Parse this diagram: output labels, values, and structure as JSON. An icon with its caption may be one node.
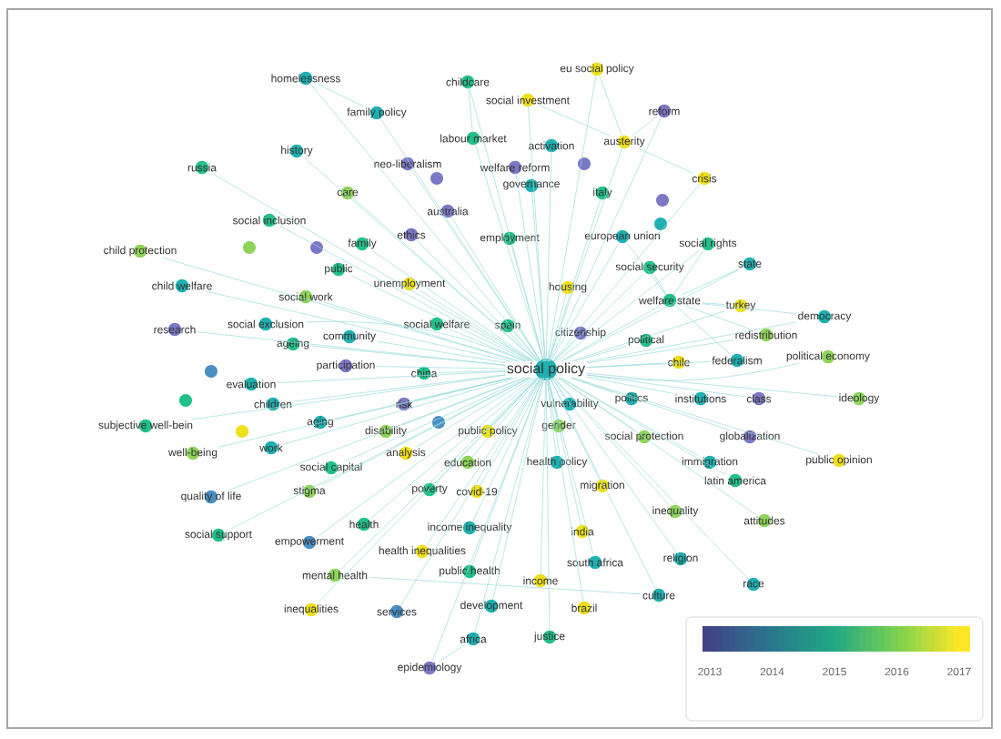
{
  "diagram": {
    "nodes": [
      {
        "text": [
          "homelessness"
        ]
      },
      {
        "text": [
          "childcare"
        ]
      },
      {
        "text": [
          "eu social policy"
        ]
      },
      {
        "text": [
          "social investment"
        ]
      },
      {
        "text": [
          "family policy"
        ]
      },
      {
        "text": [
          "labour market"
        ]
      },
      {
        "text": [
          "reform"
        ]
      },
      {
        "text": [
          "activation"
        ]
      },
      {
        "text": [
          "austerity"
        ]
      },
      {
        "text": [
          "history"
        ]
      },
      {
        "text": [
          "russia"
        ]
      },
      {
        "text": [
          "neo-liberalism"
        ]
      },
      {
        "text": [
          "welfare reform"
        ]
      },
      {
        "text": [
          "governance"
        ]
      },
      {
        "text": [
          "crisis"
        ]
      },
      {
        "text": [
          "italy"
        ]
      },
      {
        "text": [
          "care"
        ]
      },
      {
        "text": [
          "australia"
        ]
      },
      {
        "text": [
          "social inclusion"
        ]
      },
      {
        "text": [
          "ethics"
        ]
      },
      {
        "text": [
          "family"
        ]
      },
      {
        "text": [
          "european union"
        ]
      },
      {
        "text": [
          "employment"
        ]
      },
      {
        "text": [
          "social rights"
        ]
      },
      {
        "text": [
          "child protection"
        ]
      },
      {
        "text": [
          "public"
        ]
      },
      {
        "text": [
          "social security"
        ]
      },
      {
        "text": [
          "state"
        ]
      },
      {
        "text": [
          "child welfare"
        ]
      },
      {
        "text": [
          "unemployment"
        ]
      },
      {
        "text": [
          "housing"
        ]
      },
      {
        "text": [
          "social work"
        ]
      },
      {
        "text": [
          "welfare state"
        ]
      },
      {
        "text": [
          "turkey"
        ]
      },
      {
        "text": [
          "democracy"
        ]
      },
      {
        "text": [
          "research"
        ]
      },
      {
        "text": [
          "social exclusion"
        ]
      },
      {
        "text": [
          "social welfare"
        ]
      },
      {
        "text": [
          "community"
        ]
      },
      {
        "text": [
          "citizenship"
        ]
      },
      {
        "text": [
          "ageing"
        ]
      },
      {
        "text": [
          "spain"
        ]
      },
      {
        "text": [
          "political"
        ]
      },
      {
        "text": [
          "redistribution"
        ]
      },
      {
        "text": [
          "participation"
        ]
      },
      {
        "text": [
          "china"
        ]
      },
      {
        "text": [
          "social policy"
        ]
      },
      {
        "text": [
          "chile"
        ]
      },
      {
        "text": [
          "federalism"
        ]
      },
      {
        "text": [
          "political economy"
        ]
      },
      {
        "text": [
          "evaluation"
        ]
      },
      {
        "text": [
          "children"
        ]
      },
      {
        "text": [
          "risk"
        ]
      },
      {
        "text": [
          "vulnerability"
        ]
      },
      {
        "text": [
          "politics"
        ]
      },
      {
        "text": [
          "institutions"
        ]
      },
      {
        "text": [
          "class"
        ]
      },
      {
        "text": [
          "ideology"
        ]
      },
      {
        "text": [
          "subjective well-bein"
        ]
      },
      {
        "text": [
          "aging"
        ]
      },
      {
        "text": [
          "disability"
        ]
      },
      {
        "text": [
          "public policy"
        ]
      },
      {
        "text": [
          "gender"
        ]
      },
      {
        "text": [
          "well-being"
        ]
      },
      {
        "text": [
          "work"
        ]
      },
      {
        "text": [
          "analysis"
        ]
      },
      {
        "text": [
          "education"
        ]
      },
      {
        "text": [
          "social protection"
        ]
      },
      {
        "text": [
          "globalization"
        ]
      },
      {
        "text": [
          "social capital"
        ]
      },
      {
        "text": [
          "health policy"
        ]
      },
      {
        "text": [
          "immigration"
        ]
      },
      {
        "text": [
          "public opinion"
        ]
      },
      {
        "text": [
          "quality of life"
        ]
      },
      {
        "text": [
          "stigma"
        ]
      },
      {
        "text": [
          "poverty"
        ]
      },
      {
        "text": [
          "covid-19"
        ]
      },
      {
        "text": [
          "migration"
        ]
      },
      {
        "text": [
          "latin america"
        ]
      },
      {
        "text": [
          "health"
        ]
      },
      {
        "text": [
          "india"
        ]
      },
      {
        "text": [
          "inequality"
        ]
      },
      {
        "text": [
          "attitudes"
        ]
      },
      {
        "text": [
          "income inequality"
        ]
      },
      {
        "text": [
          "social support"
        ]
      },
      {
        "text": [
          "empowerment"
        ]
      },
      {
        "text": [
          "health inequalities"
        ]
      },
      {
        "text": [
          "south africa"
        ]
      },
      {
        "text": [
          "religion"
        ]
      },
      {
        "text": [
          "mental health"
        ]
      },
      {
        "text": [
          "public health"
        ]
      },
      {
        "text": [
          "income"
        ]
      },
      {
        "text": [
          "race"
        ]
      },
      {
        "text": [
          "culture"
        ]
      },
      {
        "text": [
          "development"
        ]
      },
      {
        "text": [
          "brazil"
        ]
      },
      {
        "text": [
          "inequalities"
        ]
      },
      {
        "text": [
          "services"
        ]
      },
      {
        "text": [
          "africa"
        ]
      },
      {
        "text": [
          "justice"
        ]
      },
      {
        "text": [
          "epidemiology"
        ]
      },
      {
        "text": [],
        "shape": "circle"
      },
      {
        "text": [],
        "shape": "circle"
      },
      {
        "text": [],
        "shape": "circle"
      },
      {
        "text": [],
        "shape": "circle"
      },
      {
        "text": [],
        "shape": "circle"
      },
      {
        "text": [],
        "shape": "circle"
      },
      {
        "text": [],
        "shape": "circle"
      },
      {
        "text": [],
        "shape": "circle"
      },
      {
        "text": [],
        "shape": "circle"
      },
      {
        "text": [],
        "shape": "circle"
      }
    ],
    "edges": [
      {
        "from": 46,
        "to": 0,
        "arrow": "none"
      },
      {
        "from": 46,
        "to": 1,
        "arrow": "none"
      },
      {
        "from": 46,
        "to": 2,
        "arrow": "none"
      },
      {
        "from": 46,
        "to": 3,
        "arrow": "none"
      },
      {
        "from": 46,
        "to": 4,
        "arrow": "none"
      },
      {
        "from": 46,
        "to": 5,
        "arrow": "none"
      },
      {
        "from": 46,
        "to": 6,
        "arrow": "none"
      },
      {
        "from": 46,
        "to": 7,
        "arrow": "none"
      },
      {
        "from": 46,
        "to": 8,
        "arrow": "none"
      },
      {
        "from": 46,
        "to": 9,
        "arrow": "none"
      },
      {
        "from": 46,
        "to": 10,
        "arrow": "none"
      },
      {
        "from": 46,
        "to": 11,
        "arrow": "none"
      },
      {
        "from": 46,
        "to": 12,
        "arrow": "none"
      },
      {
        "from": 46,
        "to": 13,
        "arrow": "none"
      },
      {
        "from": 46,
        "to": 14,
        "arrow": "none"
      },
      {
        "from": 46,
        "to": 15,
        "arrow": "none"
      },
      {
        "from": 46,
        "to": 16,
        "arrow": "none"
      },
      {
        "from": 46,
        "to": 17,
        "arrow": "none"
      },
      {
        "from": 46,
        "to": 18,
        "arrow": "none"
      },
      {
        "from": 46,
        "to": 19,
        "arrow": "none"
      },
      {
        "from": 46,
        "to": 20,
        "arrow": "none"
      },
      {
        "from": 46,
        "to": 21,
        "arrow": "none"
      },
      {
        "from": 46,
        "to": 22,
        "arrow": "none"
      },
      {
        "from": 46,
        "to": 23,
        "arrow": "none"
      },
      {
        "from": 46,
        "to": 24,
        "arrow": "none"
      },
      {
        "from": 46,
        "to": 25,
        "arrow": "none"
      },
      {
        "from": 46,
        "to": 26,
        "arrow": "none"
      },
      {
        "from": 46,
        "to": 27,
        "arrow": "none"
      },
      {
        "from": 46,
        "to": 28,
        "arrow": "none"
      },
      {
        "from": 46,
        "to": 29,
        "arrow": "none"
      },
      {
        "from": 46,
        "to": 30,
        "arrow": "none"
      },
      {
        "from": 46,
        "to": 31,
        "arrow": "none"
      },
      {
        "from": 46,
        "to": 32,
        "arrow": "none"
      },
      {
        "from": 46,
        "to": 33,
        "arrow": "none"
      },
      {
        "from": 46,
        "to": 34,
        "arrow": "none"
      },
      {
        "from": 46,
        "to": 35,
        "arrow": "none"
      },
      {
        "from": 46,
        "to": 36,
        "arrow": "none"
      },
      {
        "from": 46,
        "to": 37,
        "arrow": "none"
      },
      {
        "from": 46,
        "to": 38,
        "arrow": "none"
      },
      {
        "from": 46,
        "to": 39,
        "arrow": "none"
      },
      {
        "from": 46,
        "to": 40,
        "arrow": "none"
      },
      {
        "from": 46,
        "to": 41,
        "arrow": "none"
      },
      {
        "from": 46,
        "to": 42,
        "arrow": "none"
      },
      {
        "from": 46,
        "to": 43,
        "arrow": "none"
      },
      {
        "from": 46,
        "to": 44,
        "arrow": "none"
      },
      {
        "from": 46,
        "to": 45,
        "arrow": "none"
      },
      {
        "from": 46,
        "to": 47,
        "arrow": "none"
      },
      {
        "from": 46,
        "to": 48,
        "arrow": "none"
      },
      {
        "from": 46,
        "to": 49,
        "arrow": "none"
      },
      {
        "from": 46,
        "to": 50,
        "arrow": "none"
      },
      {
        "from": 46,
        "to": 51,
        "arrow": "none"
      },
      {
        "from": 46,
        "to": 52,
        "arrow": "none"
      },
      {
        "from": 46,
        "to": 53,
        "arrow": "none"
      },
      {
        "from": 46,
        "to": 54,
        "arrow": "none"
      },
      {
        "from": 46,
        "to": 55,
        "arrow": "none"
      },
      {
        "from": 46,
        "to": 56,
        "arrow": "none"
      },
      {
        "from": 46,
        "to": 57,
        "arrow": "none"
      },
      {
        "from": 46,
        "to": 58,
        "arrow": "none"
      },
      {
        "from": 46,
        "to": 59,
        "arrow": "none"
      },
      {
        "from": 46,
        "to": 60,
        "arrow": "none"
      },
      {
        "from": 46,
        "to": 61,
        "arrow": "none"
      },
      {
        "from": 46,
        "to": 62,
        "arrow": "none"
      },
      {
        "from": 46,
        "to": 63,
        "arrow": "none"
      },
      {
        "from": 46,
        "to": 64,
        "arrow": "none"
      },
      {
        "from": 46,
        "to": 65,
        "arrow": "none"
      },
      {
        "from": 46,
        "to": 66,
        "arrow": "none"
      },
      {
        "from": 46,
        "to": 67,
        "arrow": "none"
      },
      {
        "from": 46,
        "to": 68,
        "arrow": "none"
      },
      {
        "from": 46,
        "to": 69,
        "arrow": "none"
      },
      {
        "from": 46,
        "to": 70,
        "arrow": "none"
      },
      {
        "from": 46,
        "to": 71,
        "arrow": "none"
      },
      {
        "from": 46,
        "to": 72,
        "arrow": "none"
      },
      {
        "from": 46,
        "to": 73,
        "arrow": "none"
      },
      {
        "from": 46,
        "to": 74,
        "arrow": "none"
      },
      {
        "from": 46,
        "to": 75,
        "arrow": "none"
      },
      {
        "from": 46,
        "to": 76,
        "arrow": "none"
      },
      {
        "from": 46,
        "to": 77,
        "arrow": "none"
      },
      {
        "from": 46,
        "to": 78,
        "arrow": "none"
      },
      {
        "from": 46,
        "to": 79,
        "arrow": "none"
      },
      {
        "from": 46,
        "to": 80,
        "arrow": "none"
      },
      {
        "from": 46,
        "to": 81,
        "arrow": "none"
      },
      {
        "from": 46,
        "to": 82,
        "arrow": "none"
      },
      {
        "from": 46,
        "to": 83,
        "arrow": "none"
      },
      {
        "from": 46,
        "to": 84,
        "arrow": "none"
      },
      {
        "from": 46,
        "to": 85,
        "arrow": "none"
      },
      {
        "from": 46,
        "to": 86,
        "arrow": "none"
      },
      {
        "from": 46,
        "to": 87,
        "arrow": "none"
      },
      {
        "from": 46,
        "to": 88,
        "arrow": "none"
      },
      {
        "from": 46,
        "to": 89,
        "arrow": "none"
      },
      {
        "from": 46,
        "to": 90,
        "arrow": "none"
      },
      {
        "from": 46,
        "to": 91,
        "arrow": "none"
      },
      {
        "from": 46,
        "to": 92,
        "arrow": "none"
      },
      {
        "from": 46,
        "to": 93,
        "arrow": "none"
      },
      {
        "from": 46,
        "to": 94,
        "arrow": "none"
      },
      {
        "from": 46,
        "to": 95,
        "arrow": "none"
      },
      {
        "from": 46,
        "to": 96,
        "arrow": "none"
      },
      {
        "from": 46,
        "to": 97,
        "arrow": "none"
      },
      {
        "from": 46,
        "to": 98,
        "arrow": "none"
      },
      {
        "from": 46,
        "to": 99,
        "arrow": "none"
      },
      {
        "from": 46,
        "to": 100,
        "arrow": "none"
      },
      {
        "from": 32,
        "to": 26,
        "arrow": "none"
      },
      {
        "from": 32,
        "to": 27,
        "arrow": "none"
      },
      {
        "from": 32,
        "to": 33,
        "arrow": "none"
      },
      {
        "from": 32,
        "to": 34,
        "arrow": "none"
      },
      {
        "from": 32,
        "to": 43,
        "arrow": "none"
      },
      {
        "from": 32,
        "to": 23,
        "arrow": "none"
      },
      {
        "from": 32,
        "to": 21,
        "arrow": "none"
      },
      {
        "from": 32,
        "to": 48,
        "arrow": "none"
      },
      {
        "from": 8,
        "to": 2,
        "arrow": "none"
      },
      {
        "from": 8,
        "to": 6,
        "arrow": "none"
      },
      {
        "from": 8,
        "to": 14,
        "arrow": "none"
      },
      {
        "from": 8,
        "to": 3,
        "arrow": "none"
      },
      {
        "from": 0,
        "to": 4,
        "arrow": "none"
      },
      {
        "from": 1,
        "to": 5,
        "arrow": "none"
      },
      {
        "from": 98,
        "to": 100,
        "arrow": "none"
      },
      {
        "from": 93,
        "to": 89,
        "arrow": "none"
      }
    ],
    "legend": [
      {
        "text": "2013",
        "color": "#414487"
      },
      {
        "text": "2014",
        "color": "#2a788e"
      },
      {
        "text": "2015",
        "color": "#22a884"
      },
      {
        "text": "2016",
        "color": "#7ad151"
      },
      {
        "text": "2017",
        "color": "#fde725"
      }
    ]
  }
}
